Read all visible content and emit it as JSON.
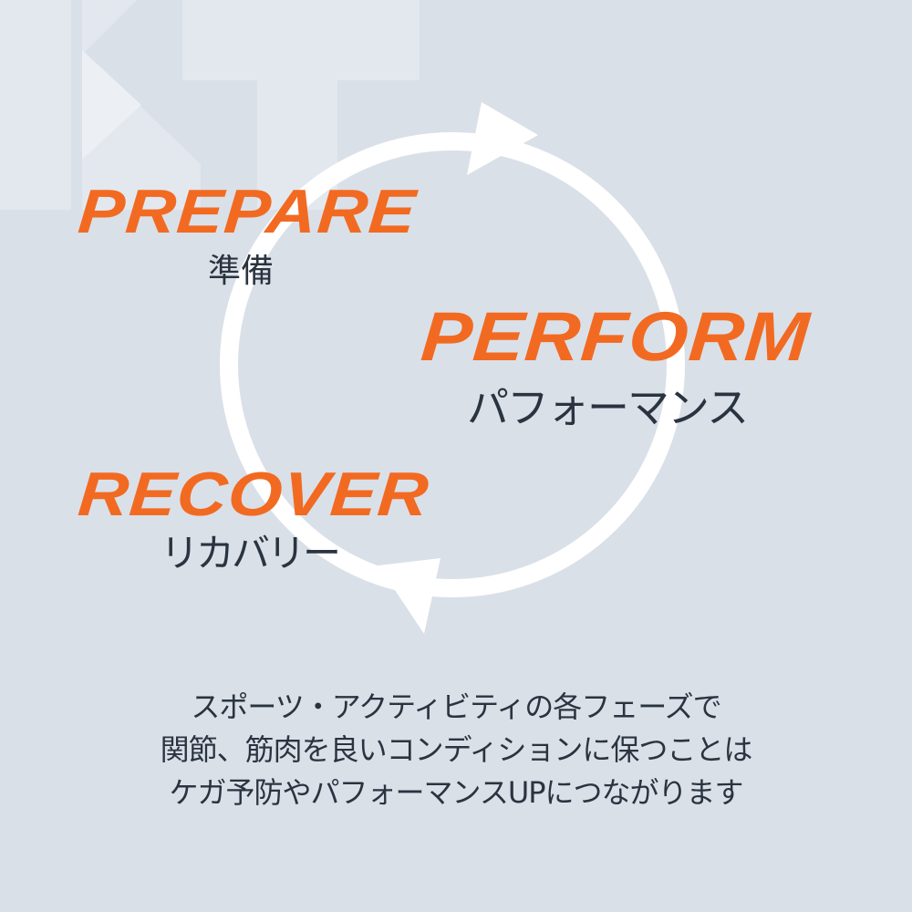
{
  "colors": {
    "accent": "#f26a21",
    "background": "#dae0e8",
    "text": "#2a3440"
  },
  "logo_watermark": "KT",
  "phases": [
    {
      "en": "PREPARE",
      "ja": "準備"
    },
    {
      "en": "PERFORM",
      "ja": "パフォーマンス"
    },
    {
      "en": "RECOVER",
      "ja": "リカバリー"
    }
  ],
  "caption": [
    "スポーツ・アクティビティの各フェーズで",
    "関節、筋肉を良いコンディションに保つことは",
    "ケガ予防やパフォーマンスUPにつながります"
  ]
}
